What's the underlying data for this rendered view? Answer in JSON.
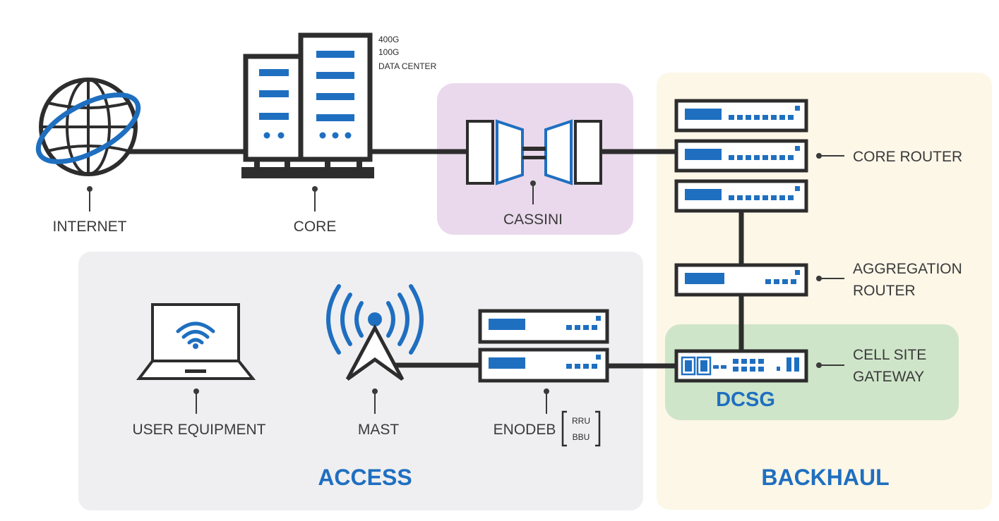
{
  "colors": {
    "accent_blue": "#1f6fc0",
    "line_dark": "#2d2d2d",
    "cassini_bg": "#ead9ec",
    "access_bg": "#efeff1",
    "backhaul_bg": "#fdf7e8",
    "dcsg_bg": "#cfe5c9"
  },
  "nodes": {
    "internet": "INTERNET",
    "core": "CORE",
    "cassini": "CASSINI",
    "core_router": "CORE ROUTER",
    "aggregation_router_line1": "AGGREGATION",
    "aggregation_router_line2": "ROUTER",
    "cell_site_gateway_line1": "CELL SITE",
    "cell_site_gateway_line2": "GATEWAY",
    "user_equipment": "USER EQUIPMENT",
    "mast": "MAST",
    "enodeb": "ENODEB",
    "enodeb_sub1": "RRU",
    "enodeb_sub2": "BBU",
    "dcsg": "DCSG"
  },
  "core_notes": [
    "400G",
    "100G",
    "DATA CENTER"
  ],
  "regions": {
    "access": "ACCESS",
    "backhaul": "BACKHAUL"
  },
  "icons": [
    "globe-icon",
    "server-icon",
    "cassini-icon",
    "router-icon",
    "laptop-icon",
    "wifi-icon",
    "mast-icon",
    "enodeb-icon",
    "gateway-icon"
  ]
}
